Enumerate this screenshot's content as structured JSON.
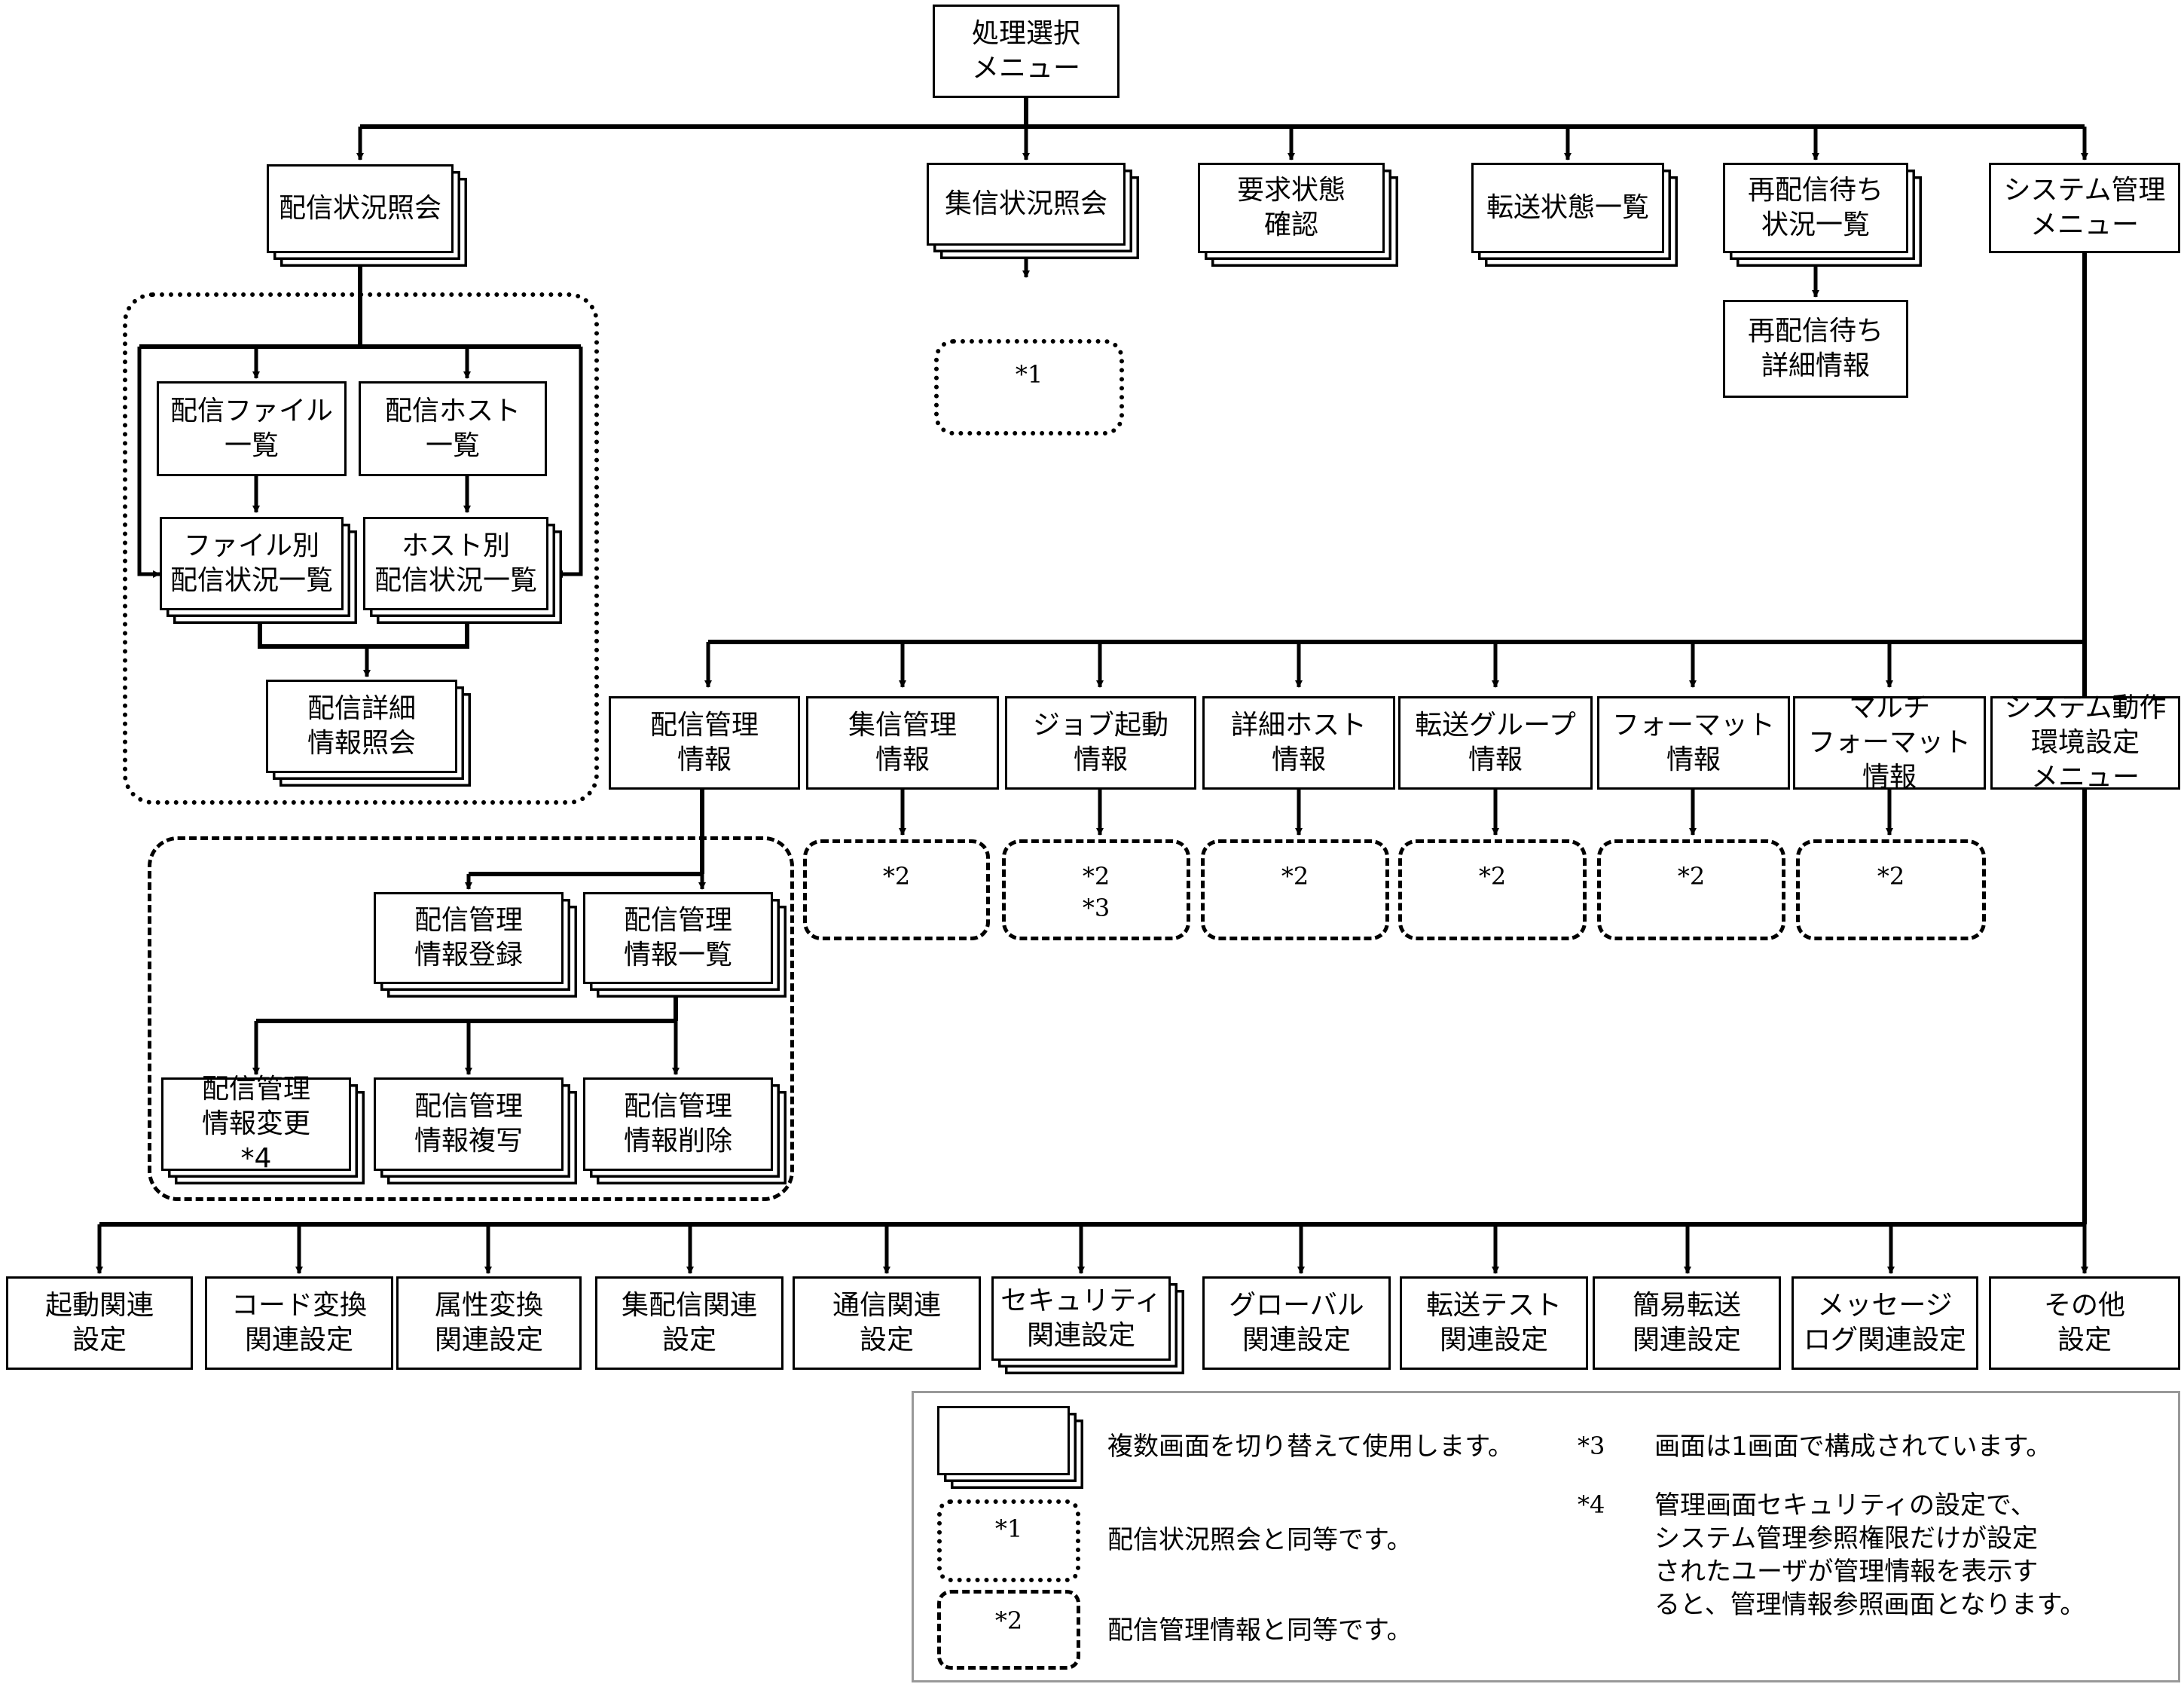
{
  "nodes": {
    "root": "処理選択\nメニュー",
    "haishin_joukyou": "配信状況照会",
    "shuushin_joukyou": "集信状況照会",
    "youkyuu_joutai": "要求状態\n確認",
    "tensou_joutai": "転送状態一覧",
    "saihaishin_machi": "再配信待ち\n状況一覧",
    "saihaishin_shousai": "再配信待ち\n詳細情報",
    "system_kanri": "システム管理\nメニュー",
    "haishin_file_ichiran": "配信ファイル\n一覧",
    "haishin_host_ichiran": "配信ホスト\n一覧",
    "file_betsu": "ファイル別\n配信状況一覧",
    "host_betsu": "ホスト別\n配信状況一覧",
    "haishin_shousai": "配信詳細\n情報照会",
    "haishin_kanri": "配信管理\n情報",
    "shuushin_kanri": "集信管理\n情報",
    "job_kidou": "ジョブ起動\n情報",
    "shousai_host": "詳細ホスト\n情報",
    "tensou_group": "転送グループ\n情報",
    "format": "フォーマット\n情報",
    "multi_format": "マルチ\nフォーマット\n情報",
    "system_dousa": "システム動作\n環境設定\nメニュー",
    "kanri_touroku": "配信管理\n情報登録",
    "kanri_ichiran": "配信管理\n情報一覧",
    "kanri_henkou": "配信管理\n情報変更\n*4",
    "kanri_fukusha": "配信管理\n情報複写",
    "kanri_sakujo": "配信管理\n情報削除",
    "s_kidou": "起動関連\n設定",
    "s_code": "コード変換\n関連設定",
    "s_zokusei": "属性変換\n関連設定",
    "s_shuuhaishin": "集配信関連\n設定",
    "s_tsuushin": "通信関連\n設定",
    "s_security": "セキュリティ\n関連設定",
    "s_global": "グローバル\n関連設定",
    "s_tensou_test": "転送テスト\n関連設定",
    "s_kan_i": "簡易転送\n関連設定",
    "s_message": "メッセージ\nログ関連設定",
    "s_sonota": "その他\n設定"
  },
  "refs": {
    "star1": "*1",
    "star2": "*2",
    "star2_3": "*2\n*3"
  },
  "legend": {
    "multi_desc": "複数画面を切り替えて使用します。",
    "dotted_mark": "*1",
    "dotted_desc": "配信状況照会と同等です。",
    "dashed_mark": "*2",
    "dashed_desc": "配信管理情報と同等です。",
    "note3_mark": "*3",
    "note3_text": "画面は1画面で構成されています。",
    "note4_mark": "*4",
    "note4_text": "管理画面セキュリティの設定で、\nシステム管理参照権限だけが設定\nされたユーザが管理情報を表示す\nると、管理情報参照画面となります。"
  }
}
